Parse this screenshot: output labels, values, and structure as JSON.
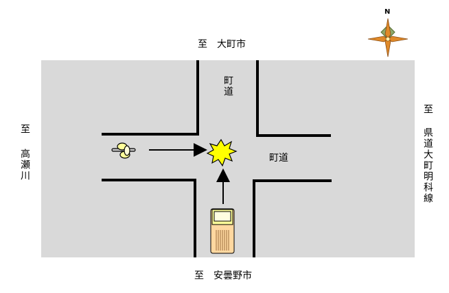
{
  "compass": {
    "north_label": "N"
  },
  "directions": {
    "north": "至　大町市",
    "south": "至　安曇野市",
    "west_prefix": "至",
    "west_place": "高瀬川",
    "east_prefix": "至",
    "east_place": "県道大町明科線"
  },
  "roads": {
    "north_road": "町道",
    "east_road": "町道"
  },
  "colors": {
    "road_surface": "#d9d9d9",
    "road_edge": "#000000",
    "collision": "#ffff00",
    "truck_body": "#ffd8a0",
    "truck_cab": "#ffff99",
    "compass_green": "#8fa86a",
    "compass_orange": "#e08a2a"
  },
  "icons": {
    "collision": "collision-burst-icon",
    "bicycle": "bicycle-icon",
    "truck": "truck-icon",
    "compass": "compass-rose-icon"
  }
}
